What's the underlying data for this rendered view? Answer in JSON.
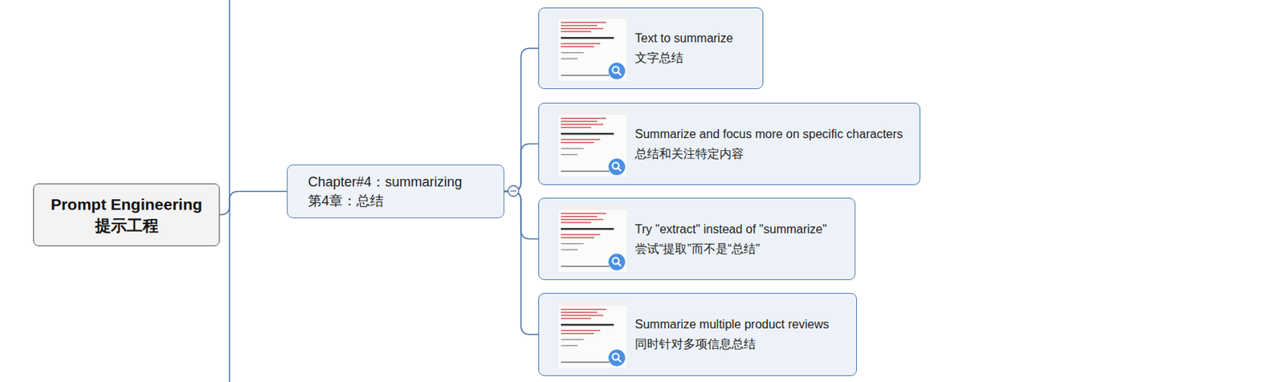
{
  "diagram": {
    "nodes": [
      {
        "text": [
          "Prompt Engineering",
          "提示工程"
        ]
      },
      {
        "text": [
          "Chapter#4：summarizing",
          "第4章：总结"
        ]
      },
      {
        "text": [
          "Text to summarize",
          "文字总结"
        ]
      },
      {
        "text": [
          "Summarize and focus more on specific characters",
          "总结和关注特定内容"
        ]
      },
      {
        "text": [
          "Try \"extract\" instead of \"summarize\"",
          "尝试“提取”而不是“总结”"
        ]
      },
      {
        "text": [
          "Summarize multiple product reviews",
          "同时针对多项信息总结"
        ]
      }
    ],
    "edges": [
      {
        "from": 0,
        "to": 1,
        "arrow": "none"
      },
      {
        "from": 1,
        "to": 2,
        "arrow": "none"
      },
      {
        "from": 1,
        "to": 3,
        "arrow": "none"
      },
      {
        "from": 1,
        "to": 4,
        "arrow": "none"
      },
      {
        "from": 1,
        "to": 5,
        "arrow": "none"
      }
    ]
  }
}
